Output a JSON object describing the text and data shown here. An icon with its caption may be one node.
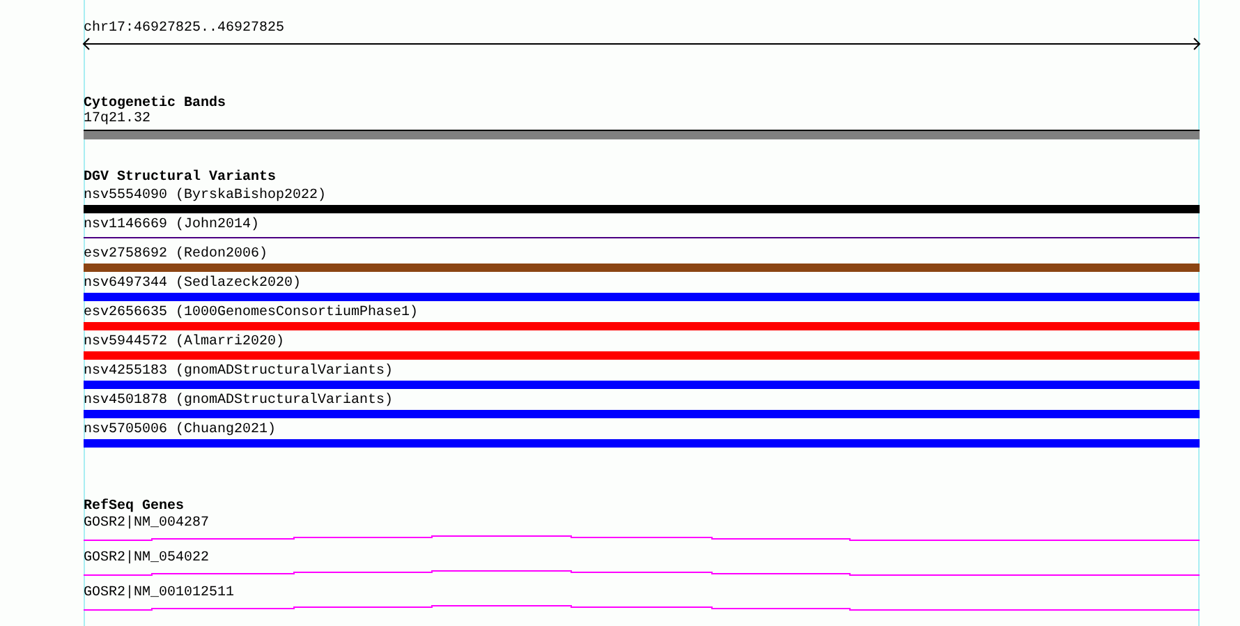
{
  "diagram": {
    "nodes": [
      {
        "text": [
          "Cytogenetic Bands"
        ]
      },
      {
        "text": [
          "17q21.32"
        ],
        "in": 0
      },
      {
        "text": [
          "DGV Structural Variants"
        ]
      },
      {
        "text": [
          "nsv5554090 (ByrskaBishop2022)"
        ],
        "in": 2
      },
      {
        "text": [
          "nsv1146669 (John2014)"
        ],
        "in": 2
      },
      {
        "text": [
          "esv2758692 (Redon2006)"
        ],
        "in": 2
      },
      {
        "text": [
          "nsv6497344 (Sedlazeck2020)"
        ],
        "in": 2
      },
      {
        "text": [
          "esv2656635 (1000GenomesConsortiumPhase1)"
        ],
        "in": 2
      },
      {
        "text": [
          "nsv5944572 (Almarri2020)"
        ],
        "in": 2
      },
      {
        "text": [
          "nsv4255183 (gnomADStructuralVariants)"
        ],
        "in": 2
      },
      {
        "text": [
          "nsv4501878 (gnomADStructuralVariants)"
        ],
        "in": 2
      },
      {
        "text": [
          "nsv5705006 (Chuang2021)"
        ],
        "in": 2
      },
      {
        "text": [
          "RefSeq Genes"
        ]
      },
      {
        "text": [
          "GOSR2|NM_004287"
        ],
        "in": 12
      },
      {
        "text": [
          "GOSR2|NM_054022"
        ],
        "in": 12
      },
      {
        "text": [
          "GOSR2|NM_001012511"
        ],
        "in": 12
      }
    ],
    "edges": [],
    "labels": [
      "chr17:46927825..46927825"
    ]
  }
}
